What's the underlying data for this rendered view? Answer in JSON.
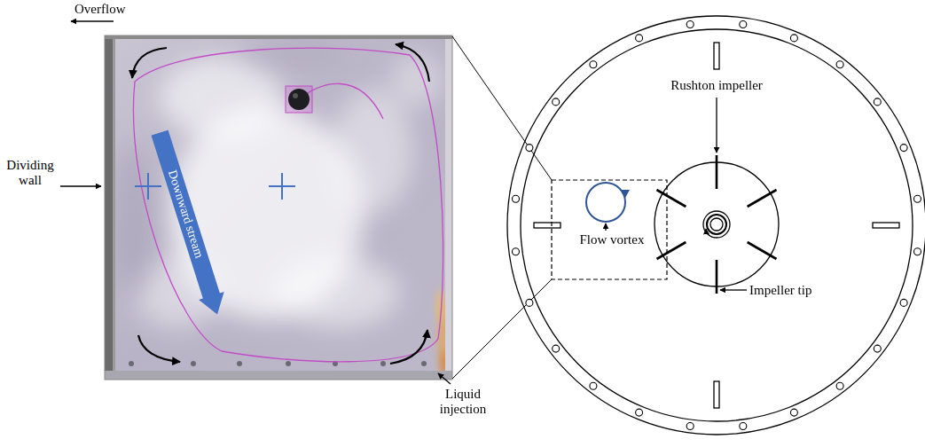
{
  "diagram": {
    "nodes": [
      {
        "text": [
          "Downward stream"
        ]
      }
    ],
    "labels": [
      "Overflow",
      "Dividing wall",
      "Liquid injection",
      "Rushton impeller",
      "Flow vortex",
      "Impeller tip"
    ]
  }
}
